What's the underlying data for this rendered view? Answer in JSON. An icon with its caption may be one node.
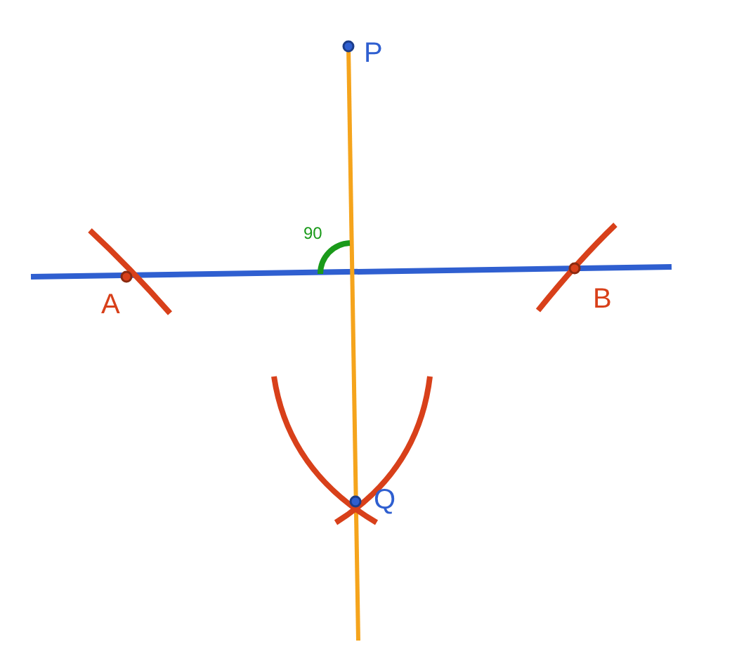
{
  "diagram": {
    "labels": [
      "P",
      "90",
      "A",
      "B",
      "Q"
    ]
  }
}
